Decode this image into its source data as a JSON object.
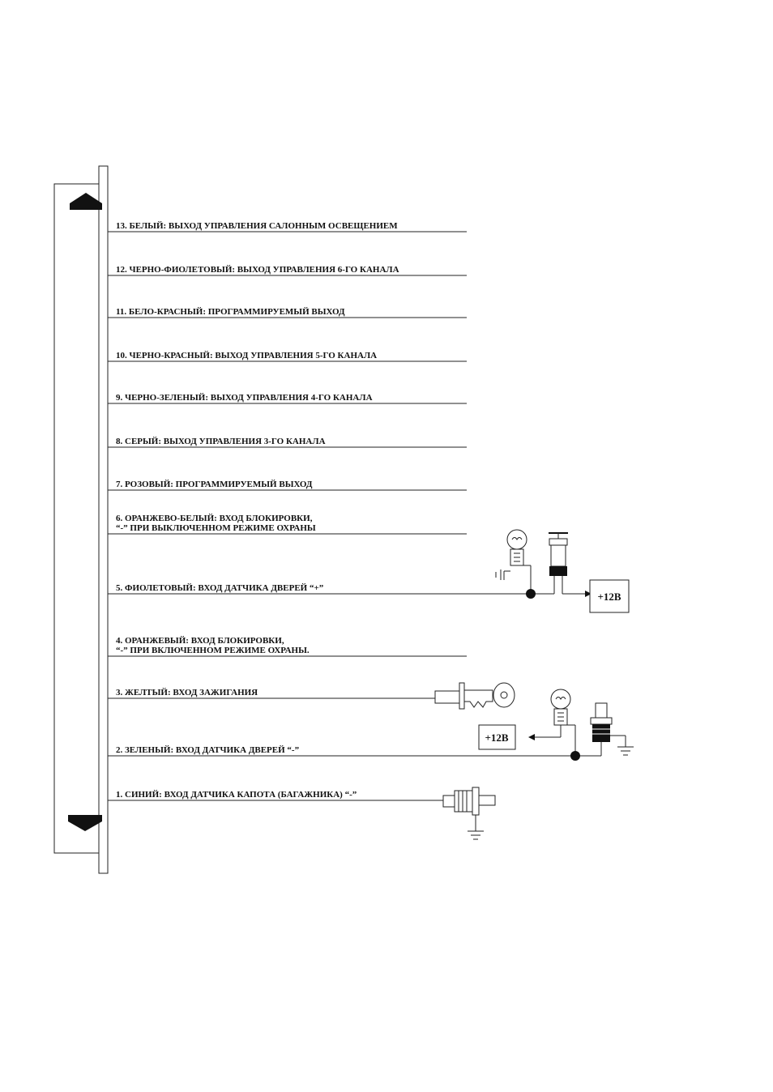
{
  "wires": [
    {
      "id": 13,
      "lines": [
        "13. БЕЛЫЙ: ВЫХОД УПРАВЛЕНИЯ САЛОННЫМ ОСВЕЩЕНИЕМ"
      ]
    },
    {
      "id": 12,
      "lines": [
        "12. ЧЕРНО-ФИОЛЕТОВЫЙ: ВЫХОД УПРАВЛЕНИЯ 6-ГО КАНАЛА"
      ]
    },
    {
      "id": 11,
      "lines": [
        "11. БЕЛО-КРАСНЫЙ: ПРОГРАММИРУЕМЫЙ ВЫХОД"
      ]
    },
    {
      "id": 10,
      "lines": [
        "10. ЧЕРНО-КРАСНЫЙ: ВЫХОД УПРАВЛЕНИЯ 5-ГО КАНАЛА"
      ]
    },
    {
      "id": 9,
      "lines": [
        "9. ЧЕРНО-ЗЕЛЕНЫЙ: ВЫХОД УПРАВЛЕНИЯ 4-ГО КАНАЛА"
      ]
    },
    {
      "id": 8,
      "lines": [
        "8. СЕРЫЙ: ВЫХОД УПРАВЛЕНИЯ 3-ГО КАНАЛА"
      ]
    },
    {
      "id": 7,
      "lines": [
        "7. РОЗОВЫЙ: ПРОГРАММИРУЕМЫЙ ВЫХОД"
      ]
    },
    {
      "id": 6,
      "lines": [
        "6. ОРАНЖЕВО-БЕЛЫЙ: ВХОД БЛОКИРОВКИ,",
        "“-” ПРИ ВЫКЛЮЧЕННОМ РЕЖИМЕ ОХРАНЫ"
      ]
    },
    {
      "id": 5,
      "lines": [
        "5. ФИОЛЕТОВЫЙ: ВХОД ДАТЧИКА ДВЕРЕЙ “+”"
      ]
    },
    {
      "id": 4,
      "lines": [
        "4. ОРАНЖЕВЫЙ: ВХОД БЛОКИРОВКИ,",
        "“-” ПРИ ВКЛЮЧЕННОМ РЕЖИМЕ ОХРАНЫ."
      ]
    },
    {
      "id": 3,
      "lines": [
        "3. ЖЕЛТЫЙ: ВХОД ЗАЖИГАНИЯ"
      ]
    },
    {
      "id": 2,
      "lines": [
        "2. ЗЕЛЕНЫЙ: ВХОД ДАТЧИКА ДВЕРЕЙ “-”"
      ]
    },
    {
      "id": 1,
      "lines": [
        "1. СИНИЙ: ВХОД ДАТЧИКА КАПОТА (БАГАЖНИКА) “-”"
      ]
    }
  ],
  "power_labels": {
    "top": "+12В",
    "bottom": "+12В"
  },
  "icons": [
    "arrow-up-icon",
    "arrow-down-icon",
    "lamp-icon",
    "door-switch-icon",
    "ground-icon",
    "ignition-key-icon",
    "hood-switch-icon"
  ],
  "colors": {
    "ink": "#111111",
    "background": "#ffffff"
  }
}
